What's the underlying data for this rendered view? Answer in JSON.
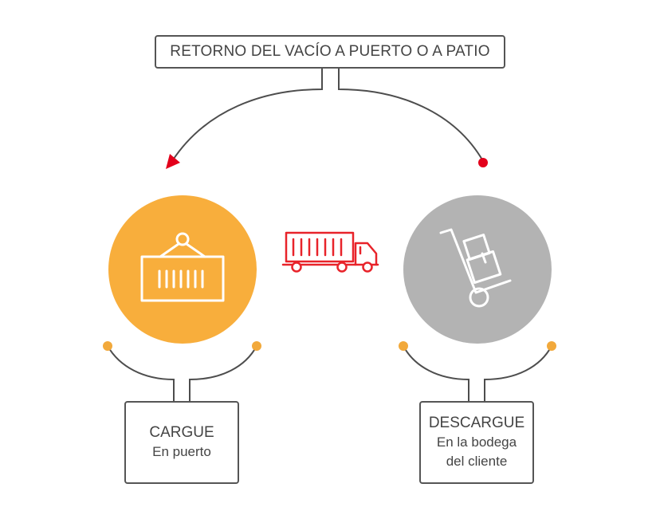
{
  "top_label": {
    "text": "RETORNO DEL VACÍO A PUERTO O A PATIO"
  },
  "left_node": {
    "title": "CARGUE",
    "subtitle": "En puerto",
    "circle_color": "#F8AE3C",
    "icon": "shipping-container-icon"
  },
  "right_node": {
    "title": "DESCARGUE",
    "subtitle_line1": "En la bodega",
    "subtitle_line2": "del cliente",
    "circle_color": "#B3B3B3",
    "icon": "hand-truck-boxes-icon"
  },
  "center": {
    "icon": "container-truck-icon",
    "color": "#E8232A"
  },
  "colors": {
    "connector": "#4D4D4D",
    "dot_orange": "#F2A93B",
    "dot_red": "#E3001B"
  }
}
